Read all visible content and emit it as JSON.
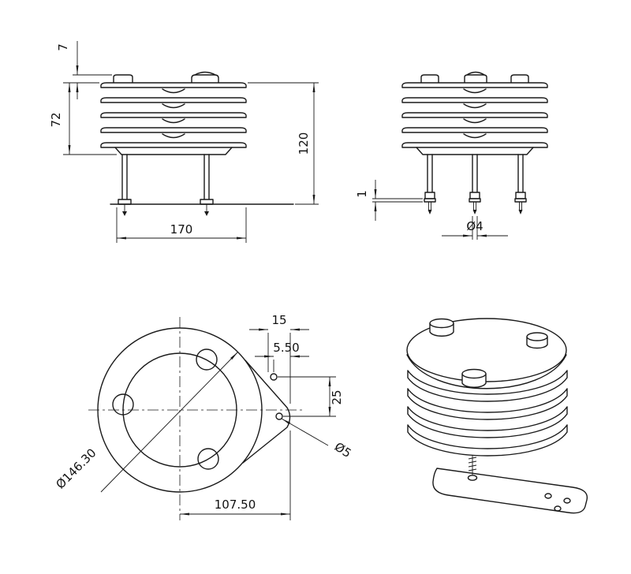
{
  "colors": {
    "line": "#1a1a1a",
    "background": "#ffffff"
  },
  "views": {
    "front": {
      "dim_cap_height": "7",
      "dim_louver_height": "72",
      "dim_overall_height": "120",
      "dim_width": "170"
    },
    "side": {
      "dim_plate_thickness": "1",
      "dim_rod_diameter": "Ø4"
    },
    "bottom": {
      "dim_tab_width": "15",
      "dim_hole_offset": "5.50",
      "dim_hole_spacing": "25",
      "dim_small_hole_diameter": "Ø5",
      "dim_flange_diameter": "Ø146.30",
      "dim_mount_length": "107.50"
    }
  }
}
